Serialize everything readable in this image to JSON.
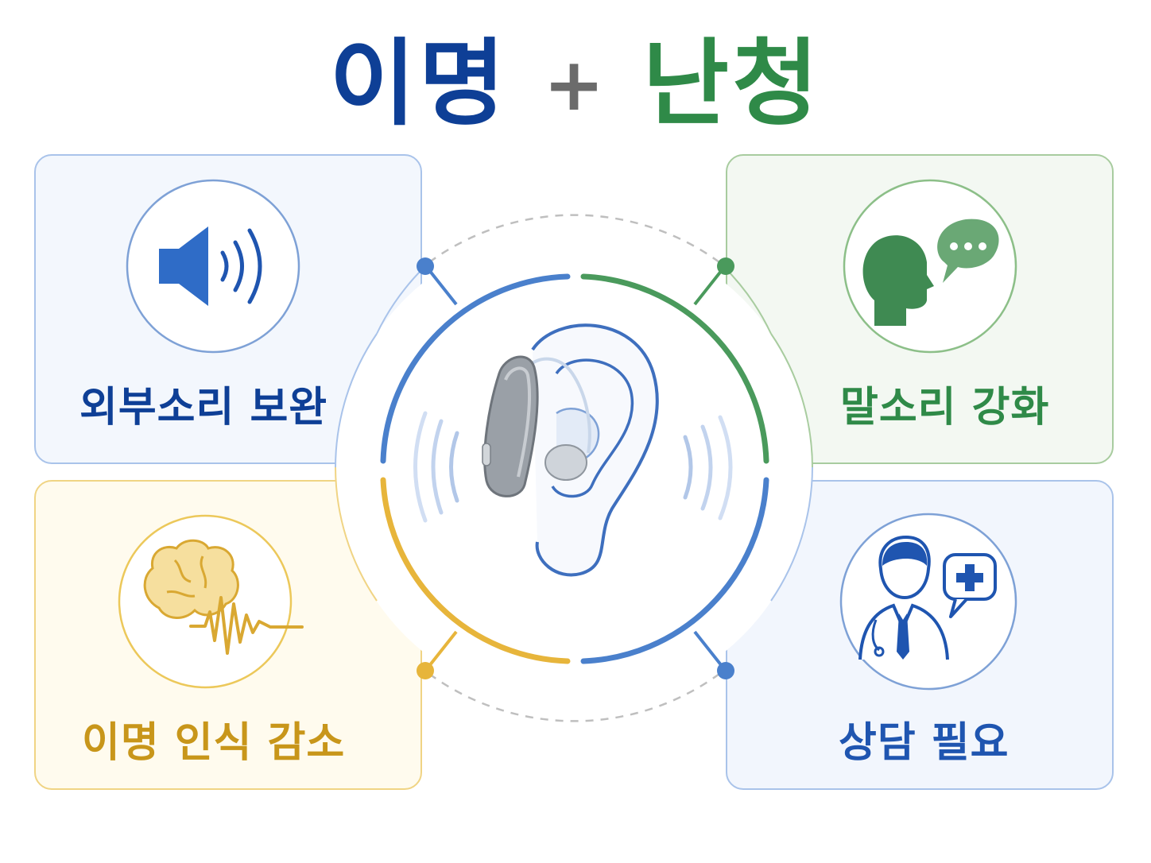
{
  "title": {
    "left": "이명",
    "plus": "+",
    "right": "난청"
  },
  "cards": {
    "top_left": {
      "label": "외부소리 보완",
      "icon": "speaker-icon"
    },
    "top_right": {
      "label": "말소리 강화",
      "icon": "speaking-head-icon"
    },
    "bottom_left": {
      "label": "이명 인식 감소",
      "icon": "brain-wave-icon"
    },
    "bottom_right": {
      "label": "상담 필요",
      "icon": "doctor-consult-icon"
    }
  },
  "center": {
    "icon": "hearing-aid-ear-icon"
  },
  "colors": {
    "blue": "#0e3f96",
    "green": "#2f8a48",
    "gold": "#c8961a",
    "accent_blue": "#4a80cc",
    "plus_gray": "#6b6b6b"
  }
}
